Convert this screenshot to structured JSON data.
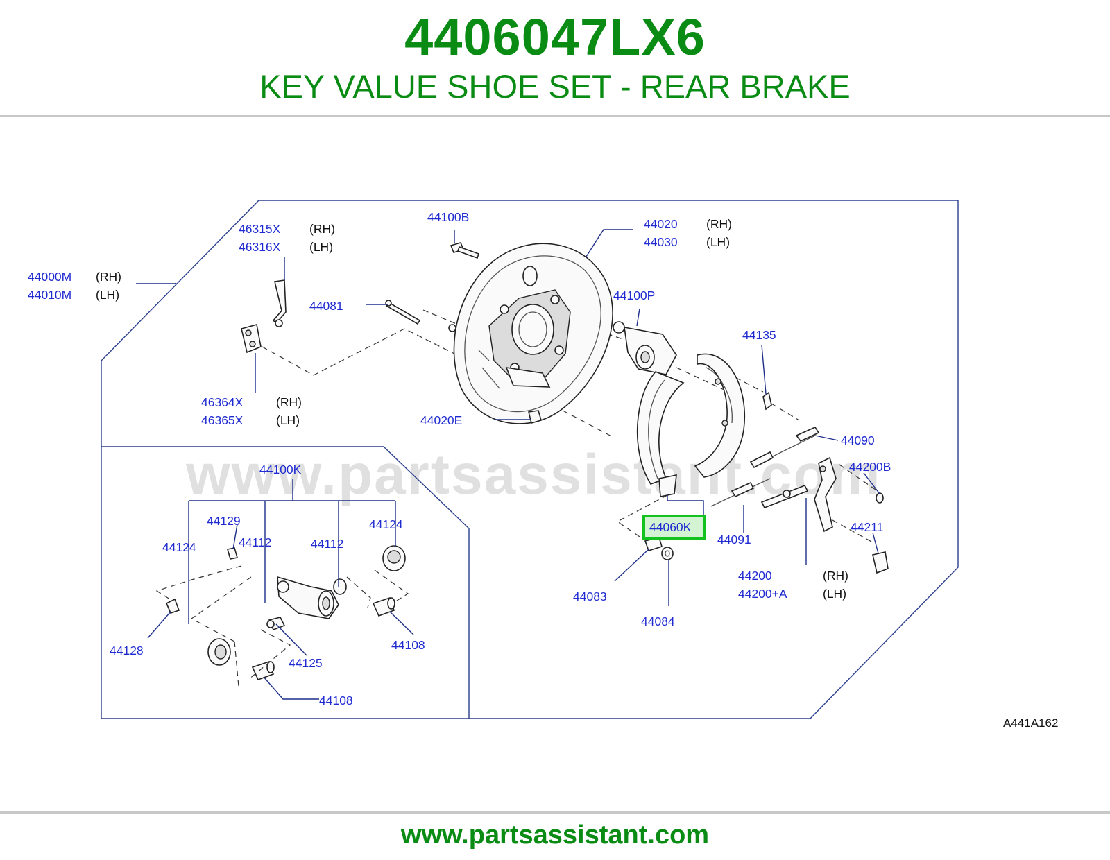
{
  "header": {
    "part_number": "4406047LX6",
    "title": "KEY VALUE SHOE SET - REAR BRAKE"
  },
  "footer": {
    "url": "www.partsassistant.com"
  },
  "watermark": "www.partsassistant.com",
  "diagram_ref": "A441A162",
  "highlighted_part": "44060K",
  "colors": {
    "brand_green": "#0a8c14",
    "label_blue": "#1f2bd1",
    "frame_blue": "#2b3f8f",
    "highlight_green": "#13c21f",
    "highlight_fill": "#d3f3d3"
  },
  "callouts": {
    "c44000M": "44000M",
    "c44000M_side": "(RH)",
    "c44010M": "44010M",
    "c44010M_side": "(LH)",
    "c46315X": "46315X",
    "c46315X_side": "(RH)",
    "c46316X": "46316X",
    "c46316X_side": "(LH)",
    "c44100B": "44100B",
    "c44020": "44020",
    "c44020_side": "(RH)",
    "c44030": "44030",
    "c44030_side": "(LH)",
    "c44081": "44081",
    "c44100P": "44100P",
    "c44135": "44135",
    "c46364X": "46364X",
    "c46364X_side": "(RH)",
    "c46365X": "46365X",
    "c46365X_side": "(LH)",
    "c44020E": "44020E",
    "c44090": "44090",
    "c44200B": "44200B",
    "c44100K": "44100K",
    "c44060K": "44060K",
    "c44091": "44091",
    "c44211": "44211",
    "c44200": "44200",
    "c44200_side": "(RH)",
    "c44200A": "44200+A",
    "c44200A_side": "(LH)",
    "c44083": "44083",
    "c44084": "44084",
    "c44129": "44129",
    "c44124a": "44124",
    "c44124b": "44124",
    "c44112a": "44112",
    "c44112b": "44112",
    "c44128": "44128",
    "c44125": "44125",
    "c44108a": "44108",
    "c44108b": "44108"
  }
}
